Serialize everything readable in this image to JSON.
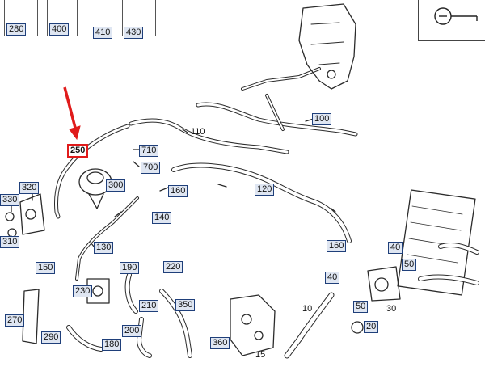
{
  "colors": {
    "line": "#2b2b2b",
    "label_box_fill": "#dfe6f2",
    "label_box_border": "#1f3f7a",
    "highlight": "#e01b1b"
  },
  "highlighted_part": "250",
  "thumbnail_labels": [
    "280",
    "400",
    "410",
    "430"
  ],
  "part_labels": [
    "710",
    "700",
    "110",
    "100",
    "300",
    "160",
    "120",
    "140",
    "320",
    "330",
    "310",
    "130",
    "160",
    "40",
    "50",
    "150",
    "190",
    "220",
    "230",
    "210",
    "350",
    "40",
    "10",
    "50",
    "30",
    "270",
    "290",
    "200",
    "180",
    "360",
    "20",
    "15"
  ]
}
